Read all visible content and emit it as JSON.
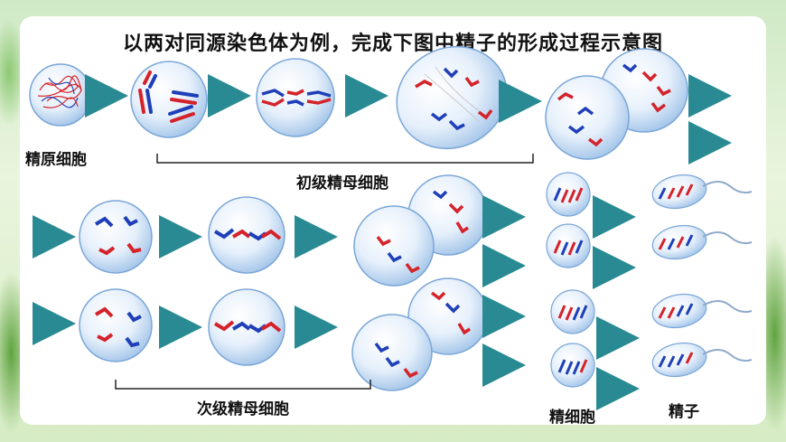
{
  "title": "以两对同源染色体为例，完成下图中精子的形成过程示意图",
  "labels": {
    "spermatogonium": "精原细胞",
    "primary_spermatocyte": "初级精母细胞",
    "secondary_spermatocyte": "次级精母细胞",
    "spermatid": "精细胞",
    "sperm": "精子"
  },
  "colors": {
    "red_chromosome": "#d4232b",
    "blue_chromosome": "#1f3fb8",
    "arrow": "#2a8a93",
    "cell_fill": "#dcebf9",
    "cell_edge": "#6f9fd4"
  }
}
